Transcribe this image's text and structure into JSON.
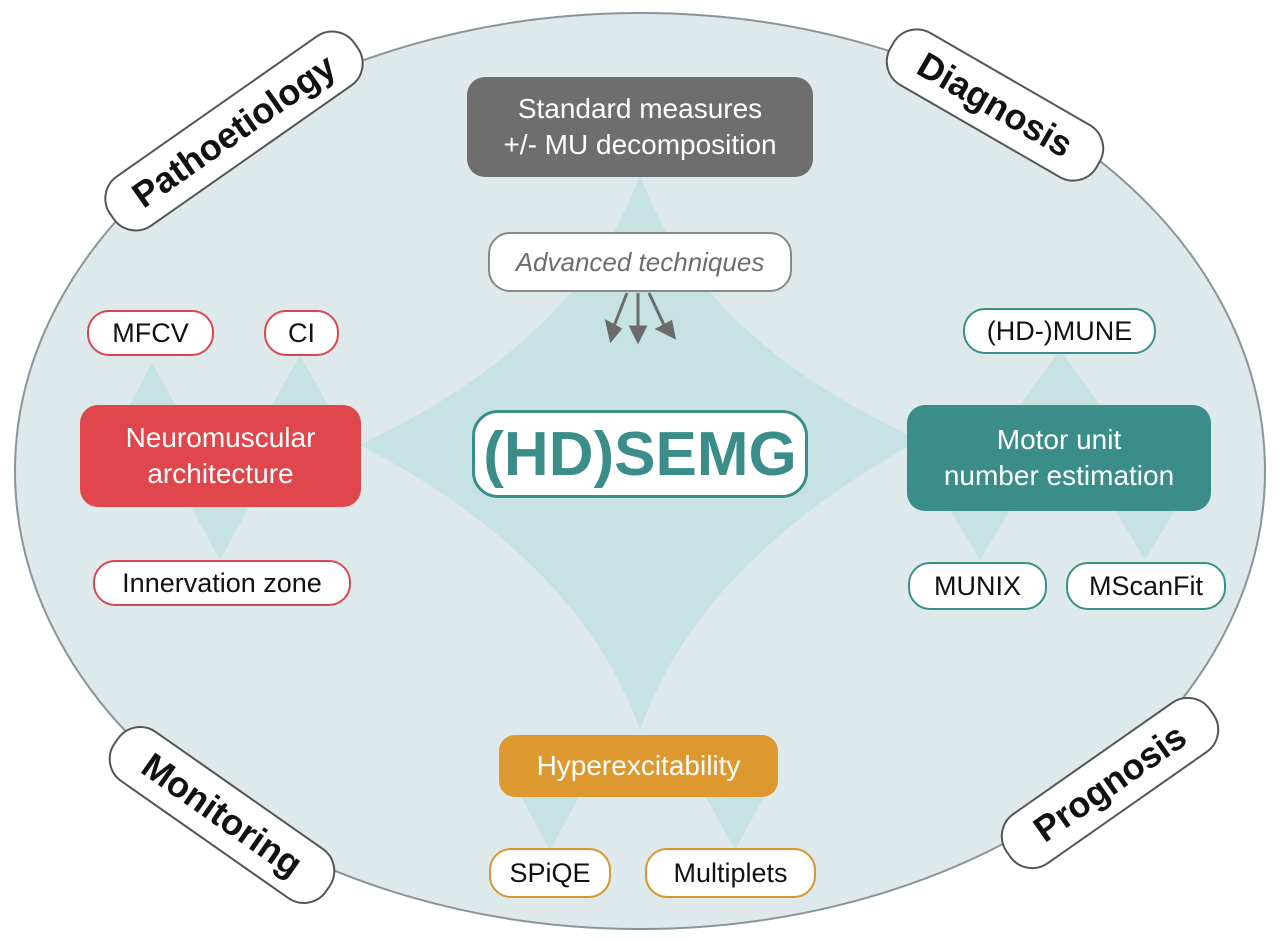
{
  "colors": {
    "ellipse_fill": "#dde9eb",
    "ellipse_stroke": "#8a9599",
    "connector_fill": "#c7e2e2",
    "red": "#e0474d",
    "teal": "#3a8d88",
    "orange": "#dd9930",
    "grey": "#6e6e6e"
  },
  "corners": {
    "pathoetiology": "Pathoetiology",
    "diagnosis": "Diagnosis",
    "monitoring": "Monitoring",
    "prognosis": "Prognosis"
  },
  "center": {
    "label": "(HD)SEMG"
  },
  "top": {
    "standard_line1": "Standard measures",
    "standard_line2": "+/- MU decomposition",
    "advanced": "Advanced techniques"
  },
  "left": {
    "main_line1": "Neuromuscular",
    "main_line2": "architecture",
    "mfcv": "MFCV",
    "ci": "CI",
    "innervation": "Innervation zone"
  },
  "right": {
    "main_line1": "Motor unit",
    "main_line2": "number estimation",
    "mune": "(HD-)MUNE",
    "munix": "MUNIX",
    "mscanfit": "MScanFit"
  },
  "bottom": {
    "main": "Hyperexcitability",
    "spiqe": "SPiQE",
    "multiplets": "Multiplets"
  }
}
